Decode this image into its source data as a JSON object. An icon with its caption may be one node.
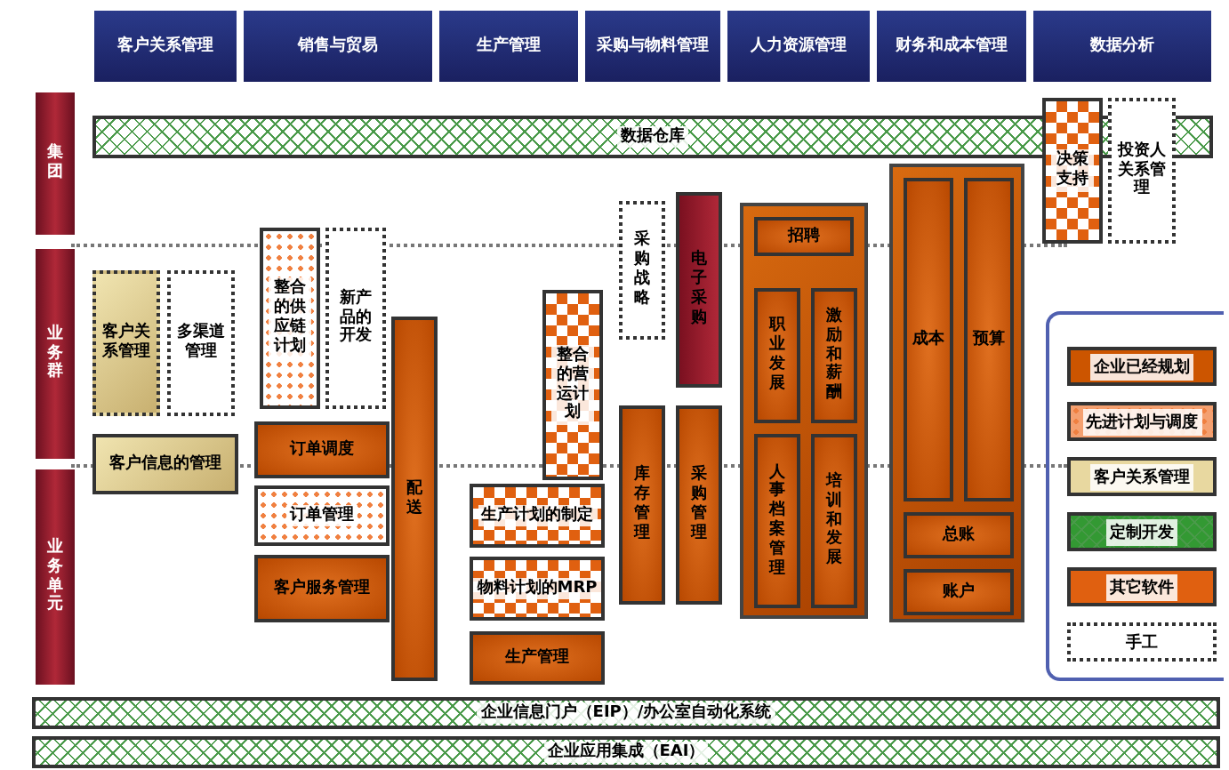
{
  "diagram": {
    "nodes": [
      {
        "text": [
          "客户关系管理"
        ]
      },
      {
        "text": [
          "销售与贸易"
        ]
      },
      {
        "text": [
          "生产管理"
        ]
      },
      {
        "text": [
          "采购与物料管理"
        ]
      },
      {
        "text": [
          "人力资源管理"
        ]
      },
      {
        "text": [
          "财务和成本管理"
        ]
      },
      {
        "text": [
          "数据分析"
        ]
      },
      {
        "text": [
          "集团"
        ]
      },
      {
        "text": [
          "业务群"
        ]
      },
      {
        "text": [
          "业务单元"
        ]
      },
      {
        "text": [
          "数据仓库"
        ]
      },
      {
        "text": [
          "决策支持"
        ]
      },
      {
        "text": [
          "投资人关系管理"
        ]
      },
      {
        "text": [
          "客户关系管理"
        ]
      },
      {
        "text": [
          "多渠道管理"
        ]
      },
      {
        "text": [
          "整合的供应链计划"
        ]
      },
      {
        "text": [
          "新产品的开发"
        ]
      },
      {
        "text": [
          "配送"
        ]
      },
      {
        "text": [
          "整合的营运计划"
        ]
      },
      {
        "text": [
          "采购战略"
        ]
      },
      {
        "text": [
          "电子采购"
        ]
      },
      {
        "text": [],
        "shape": "box"
      },
      {
        "text": [
          "招聘"
        ],
        "in": 21
      },
      {
        "text": [
          "职业发展"
        ],
        "in": 21
      },
      {
        "text": [
          "激励和薪酬"
        ],
        "in": 21
      },
      {
        "text": [
          "人事档案管理"
        ],
        "in": 21
      },
      {
        "text": [
          "培训和发展"
        ],
        "in": 21
      },
      {
        "text": [],
        "shape": "box"
      },
      {
        "text": [
          "成本"
        ],
        "in": 27
      },
      {
        "text": [
          "预算"
        ],
        "in": 27
      },
      {
        "text": [
          "总账"
        ],
        "in": 27
      },
      {
        "text": [
          "账户"
        ],
        "in": 27
      },
      {
        "text": [
          "客户信息的管理"
        ]
      },
      {
        "text": [
          "订单调度"
        ]
      },
      {
        "text": [
          "订单管理"
        ]
      },
      {
        "text": [
          "客户服务管理"
        ]
      },
      {
        "text": [
          "生产计划的制定"
        ]
      },
      {
        "text": [
          "物料计划的MRP"
        ]
      },
      {
        "text": [
          "生产管理"
        ]
      },
      {
        "text": [
          "库存管理"
        ]
      },
      {
        "text": [
          "采购管理"
        ]
      },
      {
        "text": [
          "企业信息门户（EIP）/办公室自动化系统"
        ]
      },
      {
        "text": [
          "企业应用集成（EAI）"
        ]
      }
    ],
    "legend": [
      {
        "text": "企业已经规划",
        "color": "#cc5500"
      },
      {
        "text": "先进计划与调度",
        "color": "#f4a070"
      },
      {
        "text": "客户关系管理",
        "color": "#e8d8a0"
      },
      {
        "text": "定制开发",
        "color": "#339933"
      },
      {
        "text": "其它软件",
        "color": "#e06010"
      },
      {
        "text": "手工",
        "color": "#ffffff"
      }
    ]
  }
}
